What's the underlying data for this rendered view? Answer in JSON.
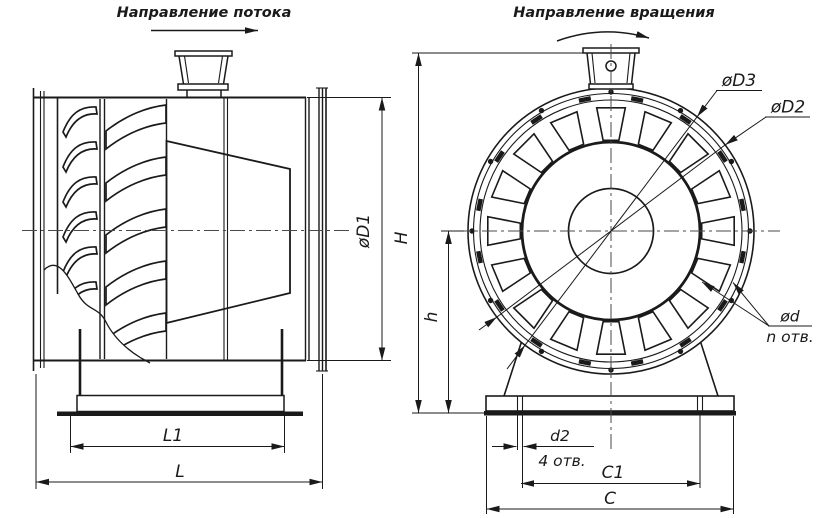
{
  "labels": {
    "flow_direction": "Направление потока",
    "rotation_direction": "Направление вращения"
  },
  "dimensions": {
    "impeller_diameter": "øD1",
    "bolt_circle_diameter": "øD3",
    "flange_outer_diameter": "øD2",
    "base_length_inner": "L1",
    "overall_length": "L",
    "overall_height": "H",
    "axis_height": "h",
    "flange_hole_diameter": "ød",
    "flange_hole_count": "n отв.",
    "base_hole_diameter": "d2",
    "base_hole_count": "4 отв.",
    "base_hole_spacing": "C1",
    "base_width": "C"
  },
  "colors": {
    "line": "#1a1a1a",
    "centerline": "#4a4a4a",
    "background": "#ffffff"
  }
}
